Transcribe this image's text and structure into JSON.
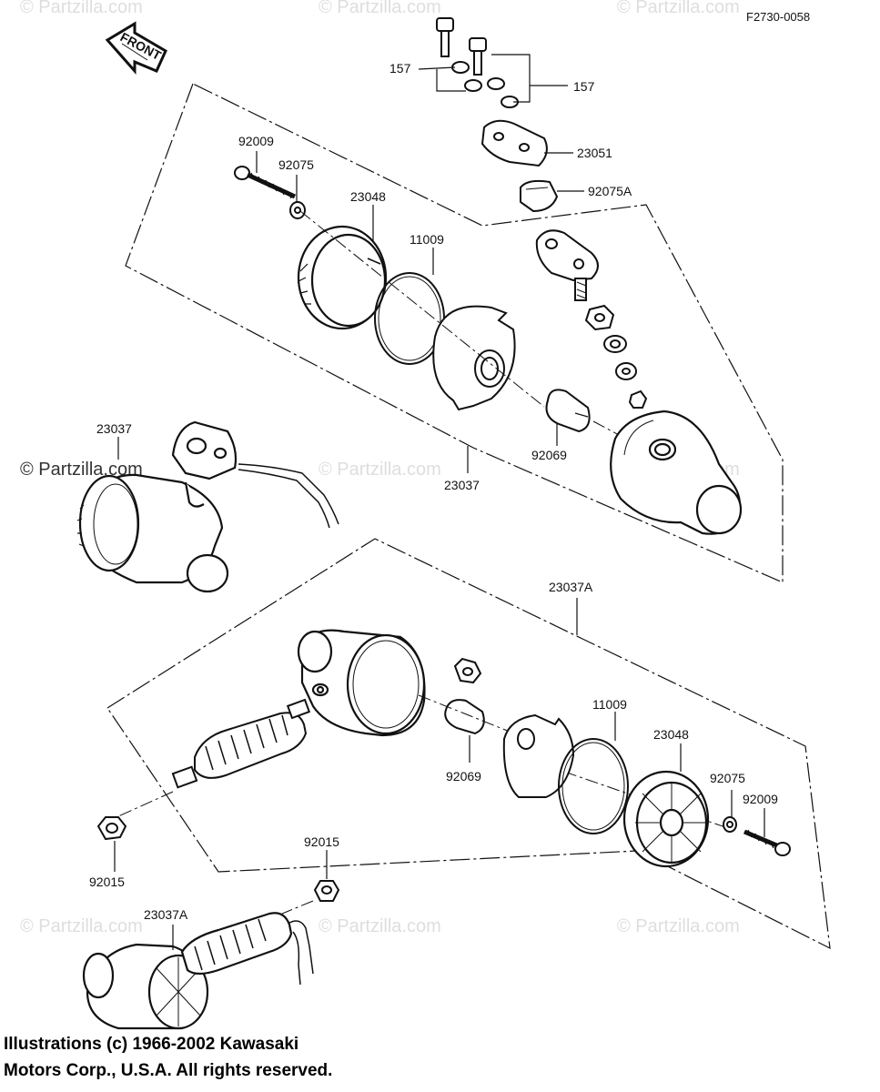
{
  "diagram": {
    "ref_code": "F2730-0058",
    "front_label": "FRONT",
    "watermark": "© Partzilla.com",
    "copyright_line1": "Illustrations (c) 1966-2002 Kawasaki",
    "copyright_line2": "Motors Corp., U.S.A.  All rights reserved.",
    "labels": {
      "p157_left": "157",
      "p157_right": "157",
      "p23051": "23051",
      "p92075A": "92075A",
      "p92009_top": "92009",
      "p92075_top": "92075",
      "p23048_top": "23048",
      "p11009_top": "11009",
      "p23037_left": "23037",
      "p23037_center": "23037",
      "p92069_top": "92069",
      "p23037A_top": "23037A",
      "p11009_bot": "11009",
      "p23048_bot": "23048",
      "p92075_bot": "92075",
      "p92009_bot": "92009",
      "p92069_bot": "92069",
      "p92015_left": "92015",
      "p92015_bottom": "92015",
      "p23037A_bottom": "23037A"
    }
  }
}
